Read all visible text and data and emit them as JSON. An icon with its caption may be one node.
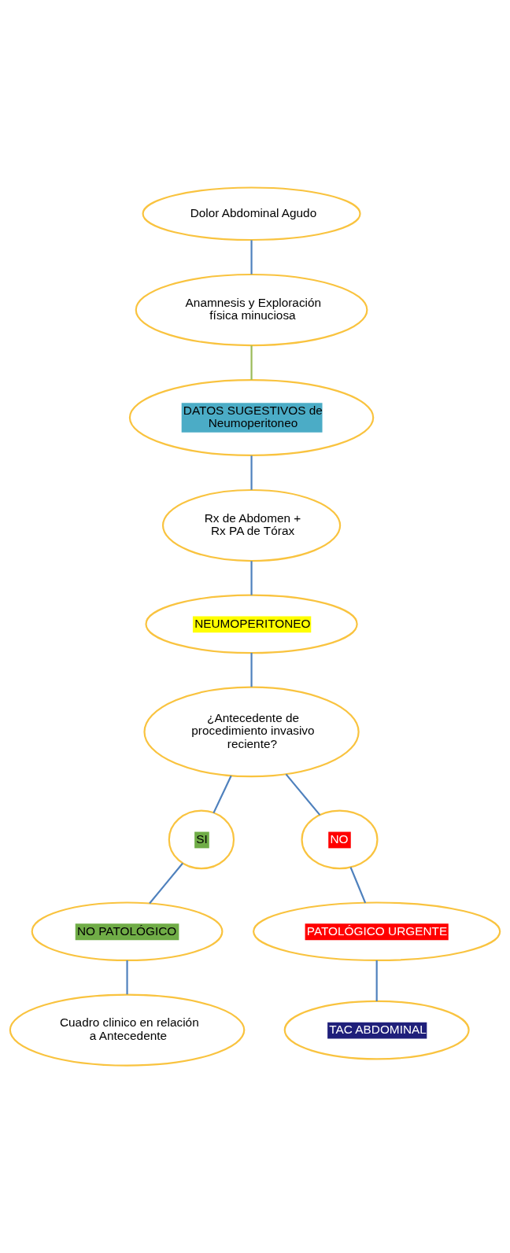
{
  "diagram": {
    "nodes": [
      {
        "text": [
          "Dolor Abdominal Agudo"
        ]
      },
      {
        "text": [
          "Anamnesis y Exploración física minuciosa"
        ]
      },
      {
        "text": [
          "DATOS SUGESTIVOS de Neumoperitoneo"
        ]
      },
      {
        "text": [
          "Rx de Abdomen + Rx PA de Tórax"
        ]
      },
      {
        "text": [
          "NEUMOPERITONEO"
        ]
      },
      {
        "text": [
          "¿Antecedente de procedimiento invasivo reciente?"
        ]
      },
      {
        "text": [
          "SI"
        ]
      },
      {
        "text": [
          "NO"
        ]
      },
      {
        "text": [
          "NO PATOLÓGICO"
        ]
      },
      {
        "text": [
          "PATOLÓGICO URGENTE"
        ]
      },
      {
        "text": [
          "Cuadro clinico en relación a Antecedente"
        ]
      },
      {
        "text": [
          "TAC ABDOMINAL"
        ]
      }
    ],
    "edges": [
      {
        "from": 0,
        "to": 1,
        "arrow": "none"
      },
      {
        "from": 1,
        "to": 2,
        "arrow": "none",
        "color": "#9bbb59"
      },
      {
        "from": 2,
        "to": 3,
        "arrow": "none"
      },
      {
        "from": 3,
        "to": 4,
        "arrow": "none"
      },
      {
        "from": 4,
        "to": 5,
        "arrow": "none"
      },
      {
        "from": 5,
        "to": 6,
        "arrow": "none"
      },
      {
        "from": 5,
        "to": 7,
        "arrow": "none"
      },
      {
        "from": 6,
        "to": 8,
        "arrow": "none"
      },
      {
        "from": 7,
        "to": 9,
        "arrow": "none"
      },
      {
        "from": 8,
        "to": 10,
        "arrow": "none"
      },
      {
        "from": 9,
        "to": 11,
        "arrow": "none"
      }
    ]
  }
}
